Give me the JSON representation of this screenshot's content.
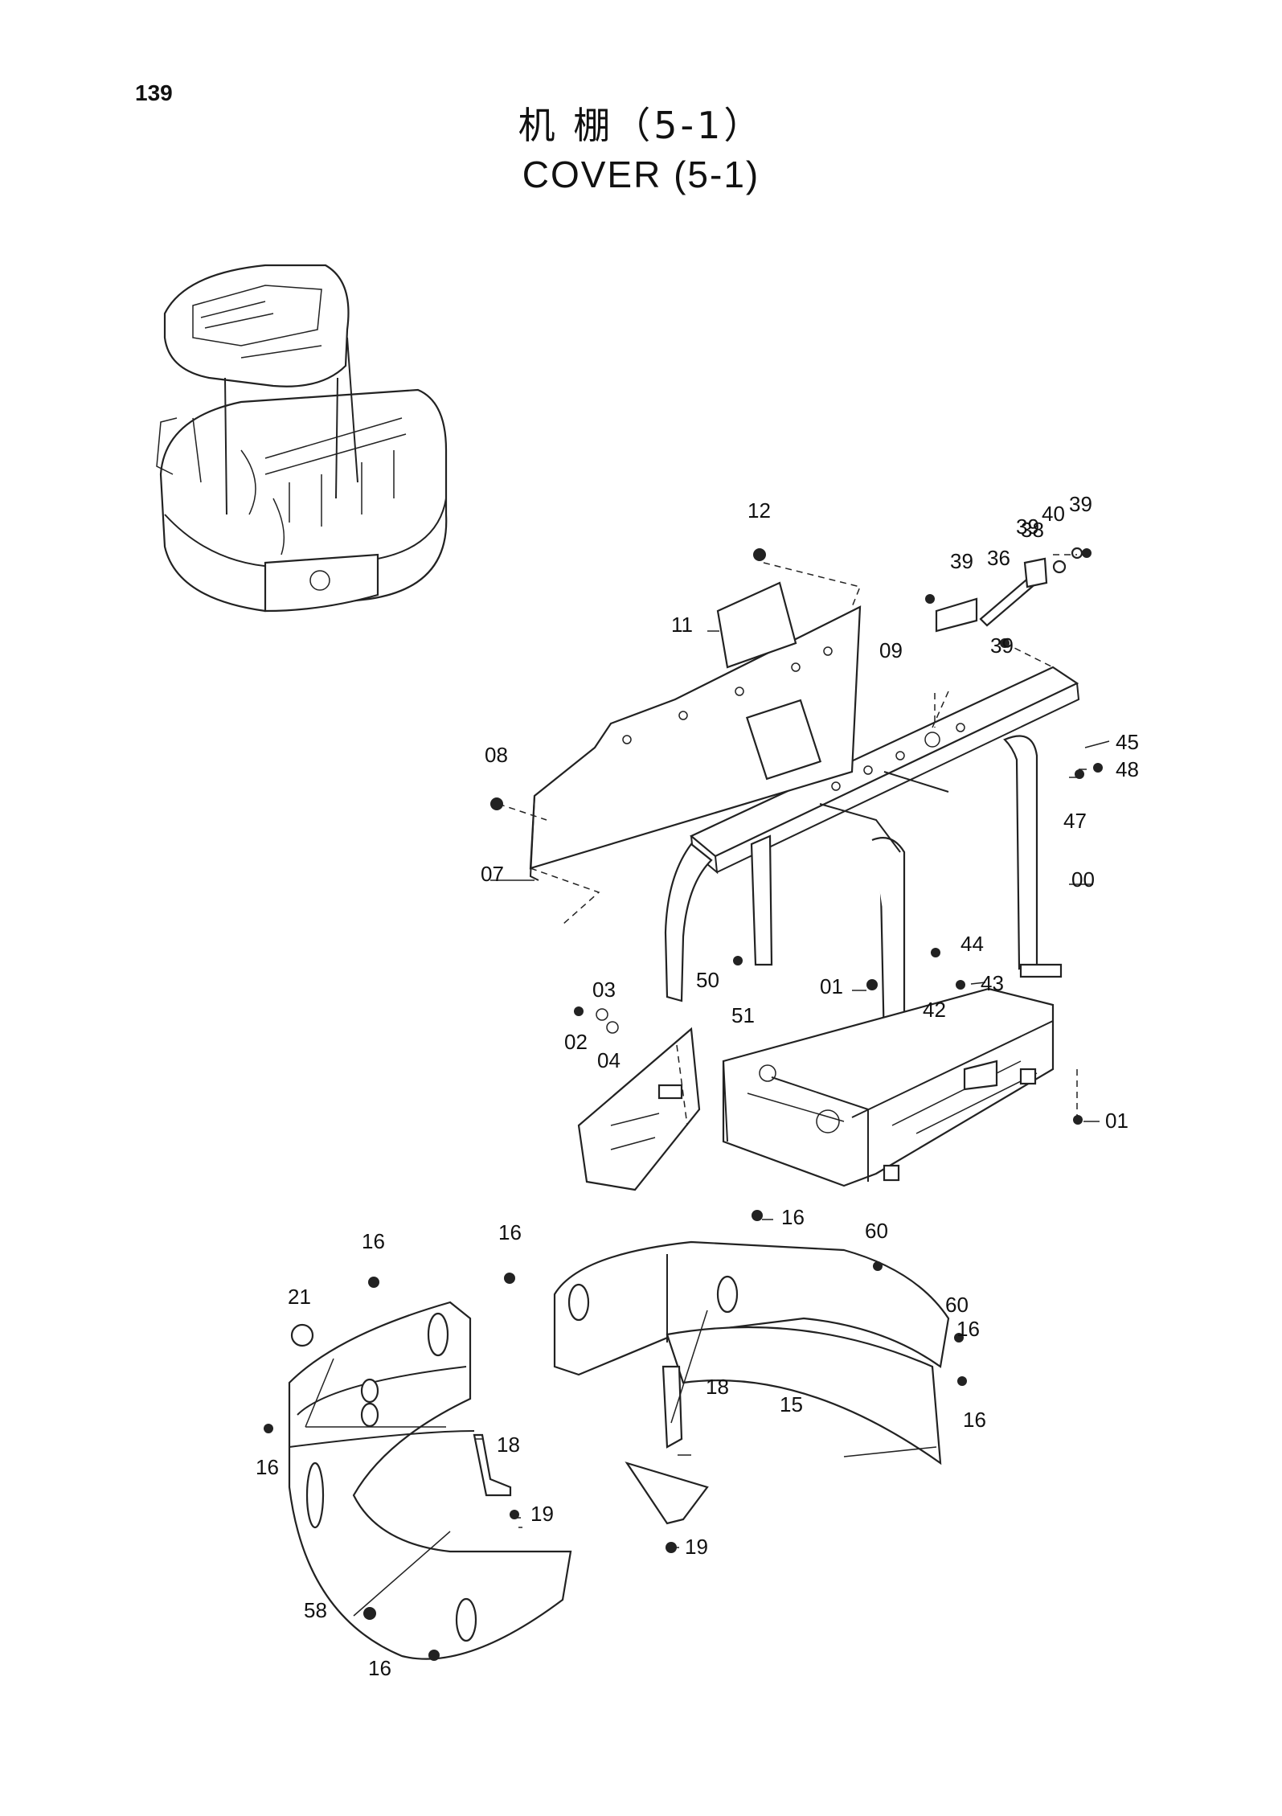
{
  "page_number": "139",
  "title_cn": "机 棚（5-1）",
  "title_en": "COVER (5-1)",
  "callouts": [
    {
      "id": "12"
    },
    {
      "id": "11"
    },
    {
      "id": "39"
    },
    {
      "id": "40"
    },
    {
      "id": "39"
    },
    {
      "id": "39"
    },
    {
      "id": "36"
    },
    {
      "id": "38"
    },
    {
      "id": "39"
    },
    {
      "id": "09"
    },
    {
      "id": "45"
    },
    {
      "id": "48"
    },
    {
      "id": "47"
    },
    {
      "id": "08"
    },
    {
      "id": "07"
    },
    {
      "id": "00"
    },
    {
      "id": "44"
    },
    {
      "id": "43"
    },
    {
      "id": "42"
    },
    {
      "id": "01"
    },
    {
      "id": "50"
    },
    {
      "id": "51"
    },
    {
      "id": "03"
    },
    {
      "id": "02"
    },
    {
      "id": "04"
    },
    {
      "id": "01"
    },
    {
      "id": "16"
    },
    {
      "id": "16"
    },
    {
      "id": "60"
    },
    {
      "id": "60"
    },
    {
      "id": "16"
    },
    {
      "id": "18"
    },
    {
      "id": "15"
    },
    {
      "id": "16"
    },
    {
      "id": "21"
    },
    {
      "id": "16"
    },
    {
      "id": "18"
    },
    {
      "id": "19"
    },
    {
      "id": "19"
    },
    {
      "id": "58"
    },
    {
      "id": "16"
    },
    {
      "id": "16"
    }
  ]
}
